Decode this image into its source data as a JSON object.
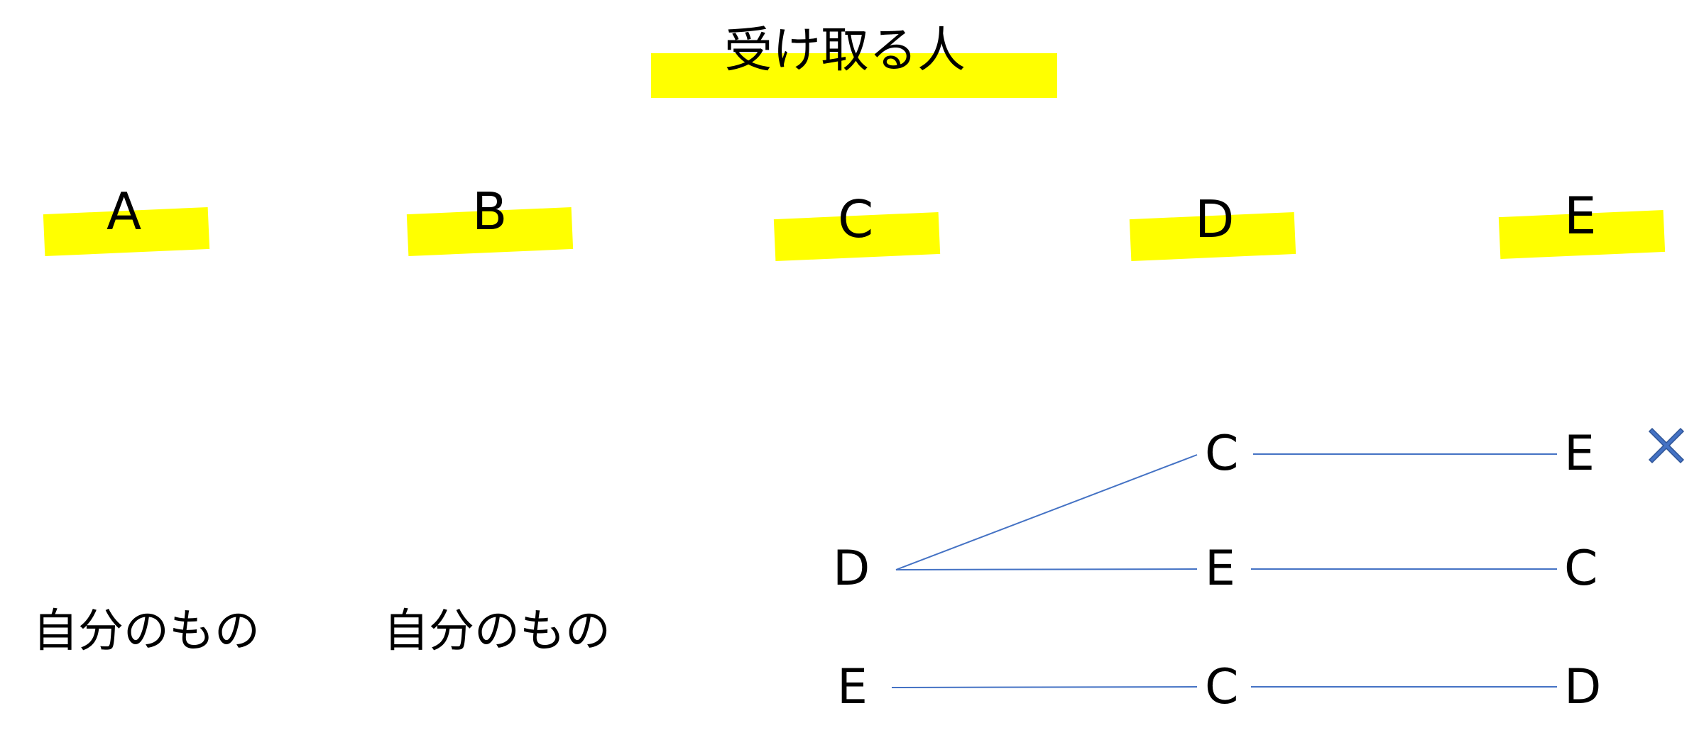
{
  "title": "受け取る人",
  "recipients": [
    "A",
    "B",
    "C",
    "D",
    "E"
  ],
  "own_labels": [
    "自分のもの",
    "自分のもの"
  ],
  "tree": {
    "roots": [
      "D",
      "E"
    ],
    "level1": [
      "C",
      "E",
      "C"
    ],
    "level2": [
      "E",
      "C",
      "D"
    ]
  },
  "colors": {
    "highlight": "#ffff00",
    "line": "#4472c4",
    "cross": "#4472c4"
  },
  "icons": {
    "rejected": "cross-icon"
  }
}
